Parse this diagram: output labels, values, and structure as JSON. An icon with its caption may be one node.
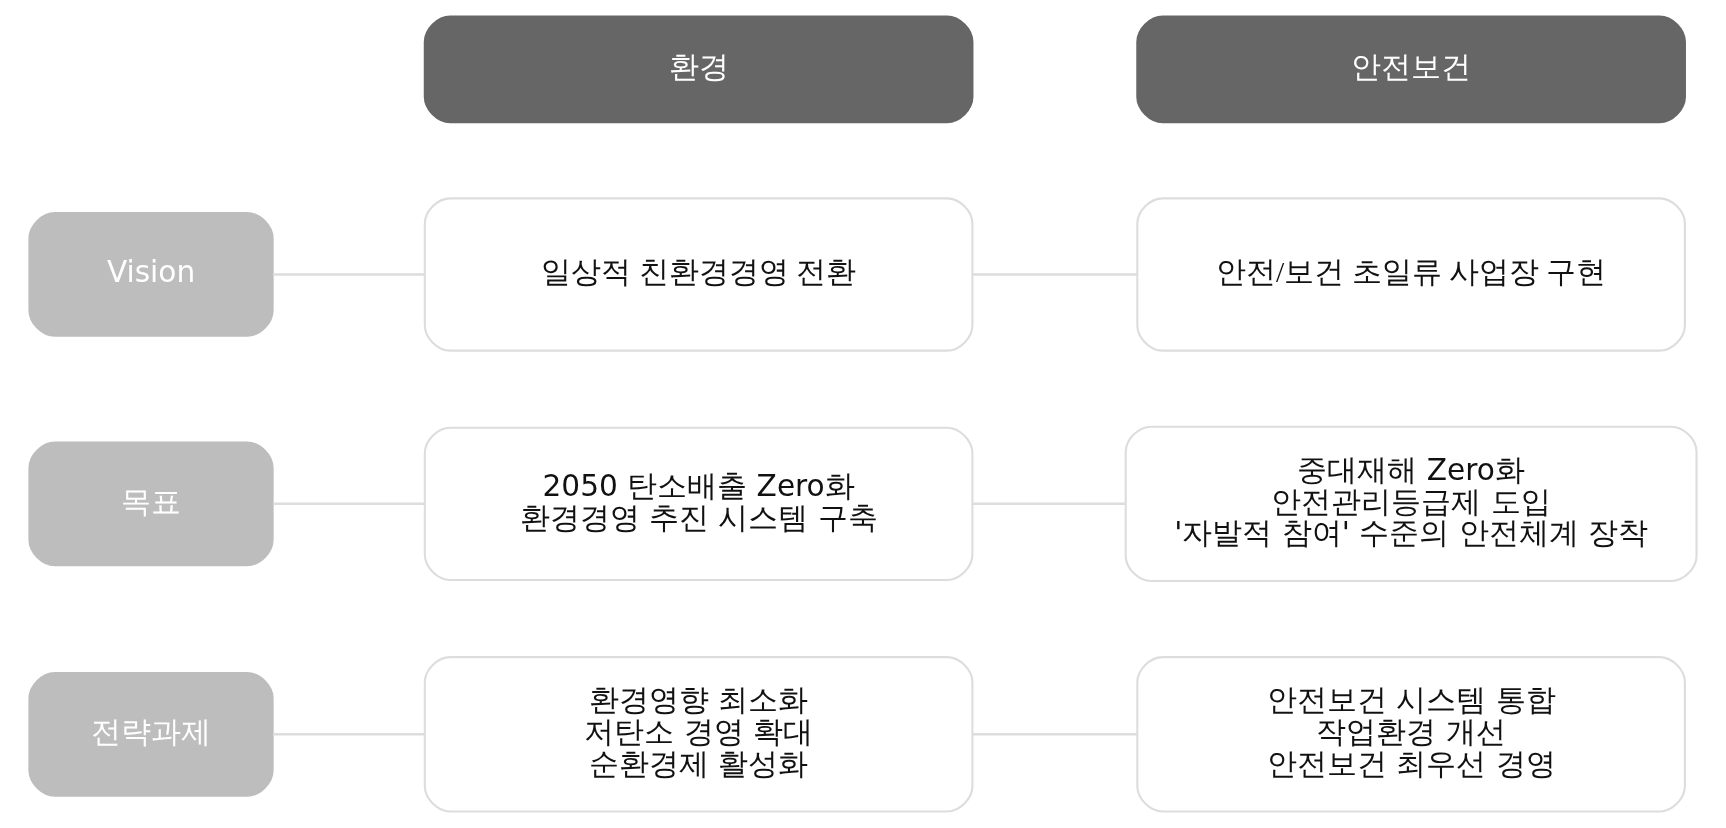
{
  "diagram": {
    "nodes": [
      {
        "text": [
          "환경"
        ]
      },
      {
        "text": [
          "안전보건"
        ]
      },
      {
        "text": [
          "Vision"
        ]
      },
      {
        "text": [
          "일상적 친환경경영 전환"
        ]
      },
      {
        "text": [
          "안전/보건 초일류 사업장 구현"
        ]
      },
      {
        "text": [
          "목표"
        ]
      },
      {
        "text": [
          "2050 탄소배출 Zero화",
          "환경경영 추진 시스템 구축"
        ]
      },
      {
        "text": [
          "중대재해 Zero화",
          "안전관리등급제 도입",
          "'자발적 참여' 수준의 안전체계 장착"
        ]
      },
      {
        "text": [
          "전략과제"
        ]
      },
      {
        "text": [
          "환경영향 최소화",
          "저탄소 경영 확대",
          "순환경제 활성화"
        ]
      },
      {
        "text": [
          "안전보건 시스템 통합",
          "작업환경 개선",
          "안전보건 최우선 경영"
        ]
      }
    ],
    "edges": [
      {
        "from": 2,
        "to": 3,
        "arrow": "none"
      },
      {
        "from": 3,
        "to": 4,
        "arrow": "none"
      },
      {
        "from": 5,
        "to": 6,
        "arrow": "none"
      },
      {
        "from": 6,
        "to": 7,
        "arrow": "none"
      },
      {
        "from": 8,
        "to": 9,
        "arrow": "none"
      },
      {
        "from": 9,
        "to": 10,
        "arrow": "none"
      }
    ]
  }
}
